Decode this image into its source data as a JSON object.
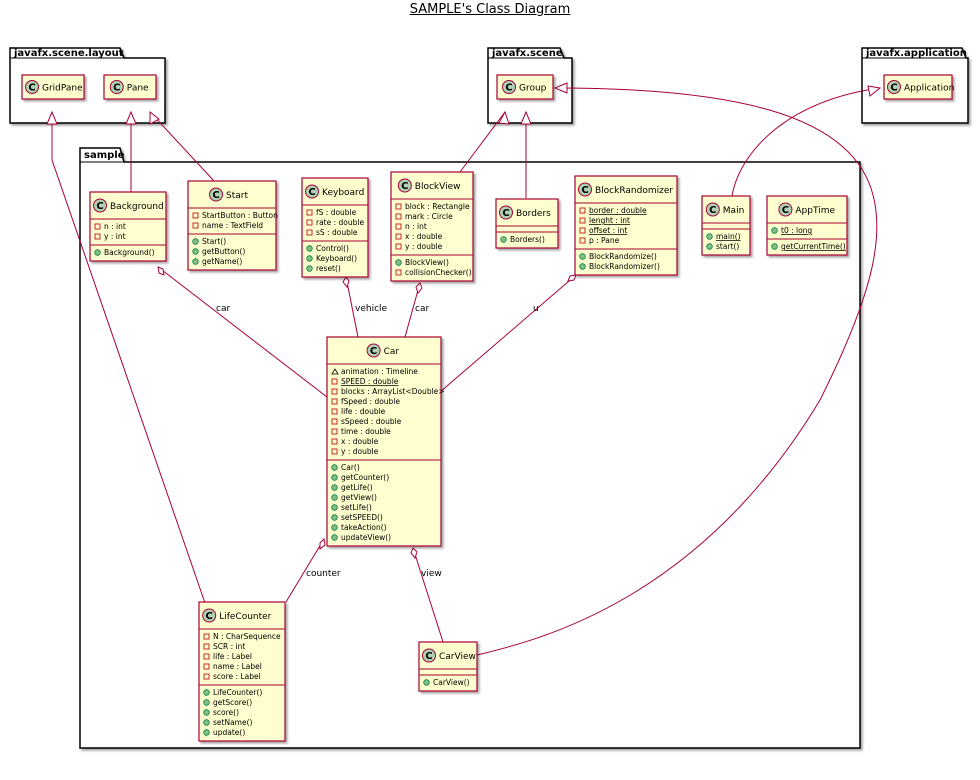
{
  "title": "SAMPLE's Class Diagram",
  "colors": {
    "class_fill": "#FEFECE",
    "class_border": "#A80036",
    "edge": "#A80036",
    "package_fill": "#FFFFFF",
    "circle_fill": "#ADD1B2",
    "visibility_private": "#C82930",
    "visibility_public": "#84BE84"
  },
  "packages": {
    "layout": "javafx.scene.layout",
    "scene": "javafx.scene",
    "application": "javafx.application",
    "sample": "sample"
  },
  "classes": {
    "gridpane": {
      "name": "GridPane"
    },
    "pane": {
      "name": "Pane"
    },
    "group": {
      "name": "Group"
    },
    "application": {
      "name": "Application"
    },
    "background": {
      "name": "Background",
      "fields": [
        "n : int",
        "y : int"
      ],
      "methods": [
        "Background()"
      ]
    },
    "start": {
      "name": "Start",
      "fields": [
        "StartButton : Button",
        "name : TextField"
      ],
      "methods": [
        "Start()",
        "getButton()",
        "getName()"
      ]
    },
    "keyboard": {
      "name": "Keyboard",
      "fields": [
        "fS : double",
        "rate : double",
        "sS : double"
      ],
      "methods": [
        "Control()",
        "Keyboard()",
        "reset()"
      ]
    },
    "blockview": {
      "name": "BlockView",
      "fields": [
        "block : Rectangle",
        "mark : Circle",
        "n : int",
        "x : double",
        "y : double"
      ],
      "methods": [
        "BlockView()",
        "collisionChecker()"
      ]
    },
    "borders": {
      "name": "Borders",
      "fields": [],
      "methods": [
        "Borders()"
      ]
    },
    "blockrandomizer": {
      "name": "BlockRandomizer",
      "fields": [
        "border : double",
        "lenght : int",
        "offset : int",
        "p : Pane"
      ],
      "methods": [
        "BlockRandomize()",
        "BlockRandomizer()"
      ]
    },
    "main": {
      "name": "Main",
      "fields": [],
      "methods": [
        "main()",
        "start()"
      ]
    },
    "apptime": {
      "name": "AppTime",
      "fields": [
        "t0 : long"
      ],
      "methods": [
        "getCurrentTime()"
      ]
    },
    "car": {
      "name": "Car",
      "fields": [
        "animation : Timeline",
        "SPEED : double",
        "blocks : ArrayList<Double>",
        "fSpeed : double",
        "life : double",
        "sSpeed : double",
        "time : double",
        "x : double",
        "y : double"
      ],
      "methods": [
        "Car()",
        "getCounter()",
        "getLife()",
        "getView()",
        "setLife()",
        "setSPEED()",
        "takeAction()",
        "updateView()"
      ]
    },
    "lifecounter": {
      "name": "LifeCounter",
      "fields": [
        "N : CharSequence",
        "SCR : int",
        "life : Label",
        "name : Label",
        "score : Label"
      ],
      "methods": [
        "LifeCounter()",
        "getScore()",
        "score()",
        "setName()",
        "update()"
      ]
    },
    "carview": {
      "name": "CarView",
      "fields": [],
      "methods": [
        "CarView()"
      ]
    }
  },
  "edge_labels": {
    "bg_car": "car",
    "kb_car": "vehicle",
    "bv_car": "car",
    "br_car": "u",
    "car_lc": "counter",
    "car_cv": "view"
  }
}
